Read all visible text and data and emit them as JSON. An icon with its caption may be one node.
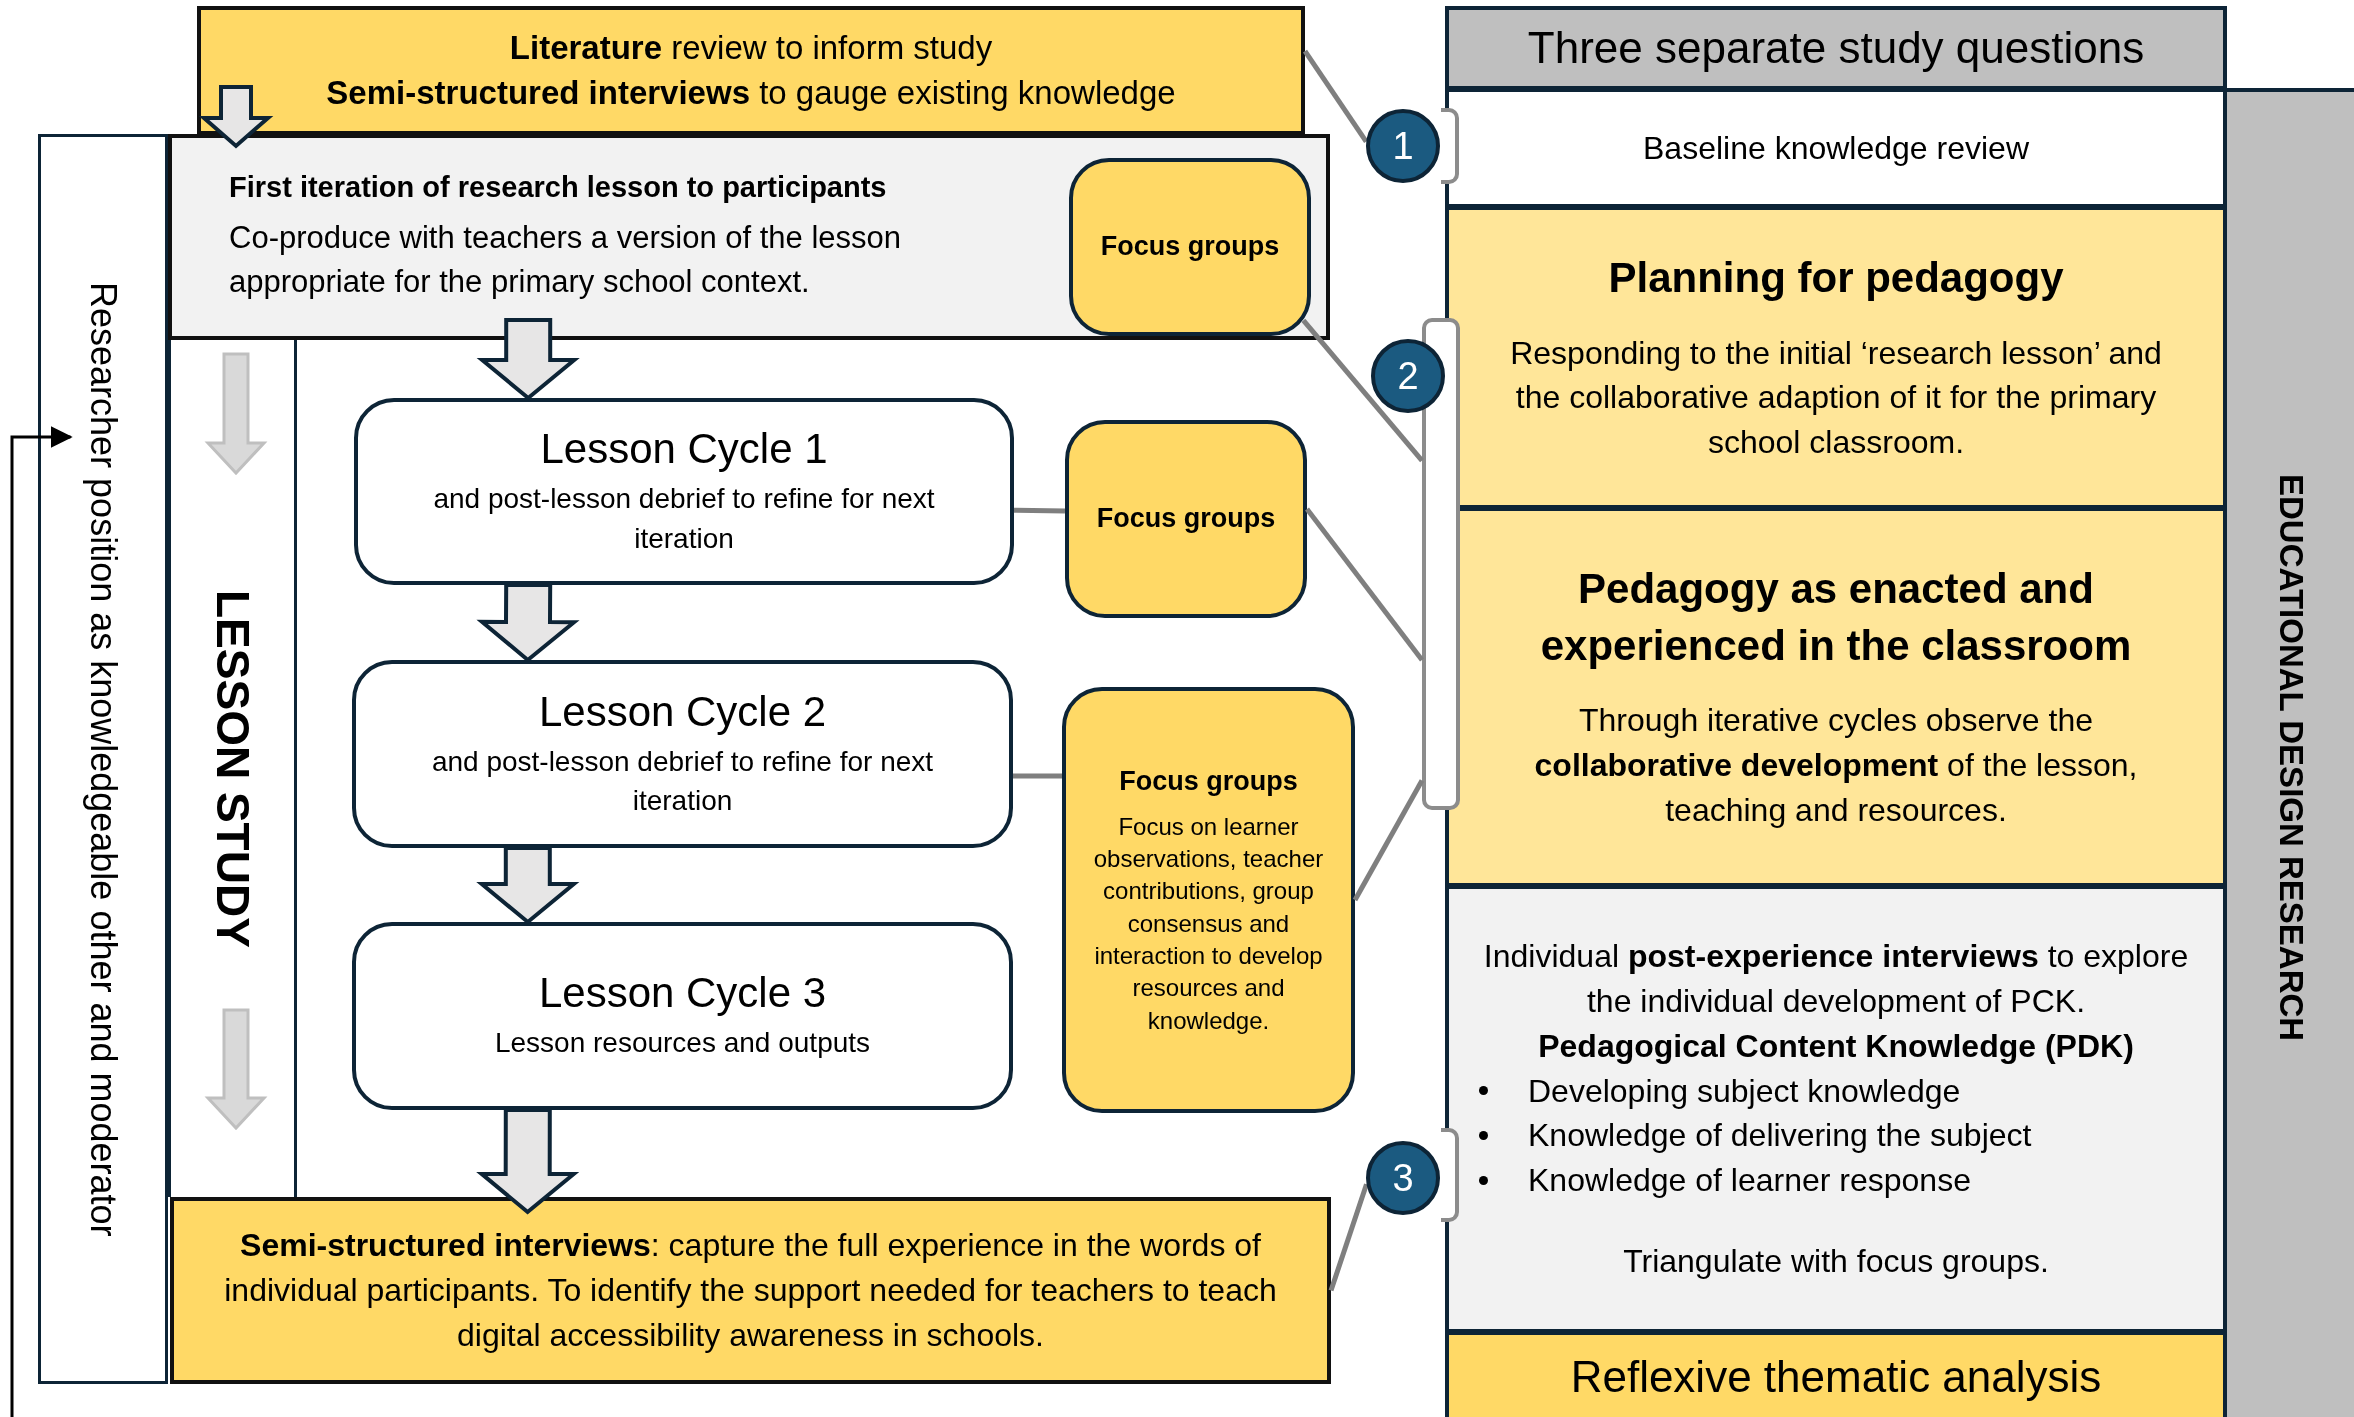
{
  "diagram": {
    "nodes": [
      {
        "text": [
          "**Literature** review to inform study",
          "**Semi-structured interviews** to gauge existing knowledge"
        ]
      },
      {
        "text": [
          "First iteration of research lesson to participants",
          "Co-produce with teachers a version of the lesson appropriate for the primary school context."
        ]
      },
      {
        "text": [
          "Focus groups"
        ],
        "in": 1
      },
      {
        "text": [
          "Researcher position as knowledgeable other and moderator"
        ]
      },
      {
        "text": [
          "LESSON STUDY"
        ]
      },
      {
        "text": [
          "Lesson Cycle 1",
          "and post-lesson debrief to refine for next iteration"
        ]
      },
      {
        "text": [
          "Focus groups"
        ]
      },
      {
        "text": [
          "Lesson Cycle 2",
          "and post-lesson debrief to refine for next iteration"
        ]
      },
      {
        "text": [
          "Focus groups",
          "Focus on learner observations, teacher contributions, group consensus and interaction to develop resources and knowledge."
        ]
      },
      {
        "text": [
          "Lesson Cycle 3",
          "Lesson resources and outputs"
        ]
      },
      {
        "text": [
          "**Semi-structured interviews**: capture the full experience in the words of individual participants. To identify the support needed for teachers to teach digital accessibility awareness in schools."
        ]
      },
      {
        "text": [
          "Three separate study questions"
        ]
      },
      {
        "text": [
          "Baseline knowledge review"
        ]
      },
      {
        "text": [
          "Planning for pedagogy",
          "Responding to the initial ‘research lesson’ and the collaborative adaption of it for the primary school classroom."
        ]
      },
      {
        "text": [
          "Pedagogy as enacted and experienced in the classroom",
          "Through iterative cycles observe the **collaborative development** of the lesson, teaching and resources."
        ]
      },
      {
        "text": [
          "Individual **post-experience interviews** to explore the individual development of PCK.",
          "Pedagogical Content Knowledge (PDK)",
          "Developing subject knowledge",
          "Knowledge of delivering the subject",
          "Knowledge of learner response",
          "Triangulate with focus groups."
        ]
      },
      {
        "text": [
          "Reflexive thematic analysis"
        ]
      },
      {
        "text": [
          "EDUCATIONAL DESIGN RESEARCH"
        ]
      },
      {
        "text": [
          "1"
        ]
      },
      {
        "text": [],
        "shape": "bracket"
      },
      {
        "text": [
          "2"
        ]
      },
      {
        "text": [],
        "shape": "bracket"
      },
      {
        "text": [
          "3"
        ]
      },
      {
        "text": [],
        "shape": "bracket"
      }
    ],
    "edges": [
      {
        "from": 0,
        "to": 1,
        "arrow": "to",
        "style": "thick"
      },
      {
        "from": 1,
        "to": 5,
        "arrow": "to",
        "style": "thick"
      },
      {
        "from": 5,
        "to": 7,
        "arrow": "to",
        "style": "thick"
      },
      {
        "from": 7,
        "to": 9,
        "arrow": "to",
        "style": "thick"
      },
      {
        "from": 9,
        "to": 10,
        "arrow": "to",
        "style": "thick"
      },
      {
        "from": 5,
        "to": 6,
        "arrow": "none"
      },
      {
        "from": 7,
        "to": 8,
        "arrow": "none"
      },
      {
        "from": 0,
        "to": 18,
        "arrow": "none"
      },
      {
        "from": 2,
        "to": 21,
        "arrow": "none"
      },
      {
        "from": 6,
        "to": 21,
        "arrow": "none"
      },
      {
        "from": 8,
        "to": 21,
        "arrow": "none"
      },
      {
        "from": 10,
        "to": 22,
        "arrow": "none"
      },
      {
        "from": null,
        "to": 3,
        "arrow": "to",
        "color": "#000000"
      }
    ]
  }
}
